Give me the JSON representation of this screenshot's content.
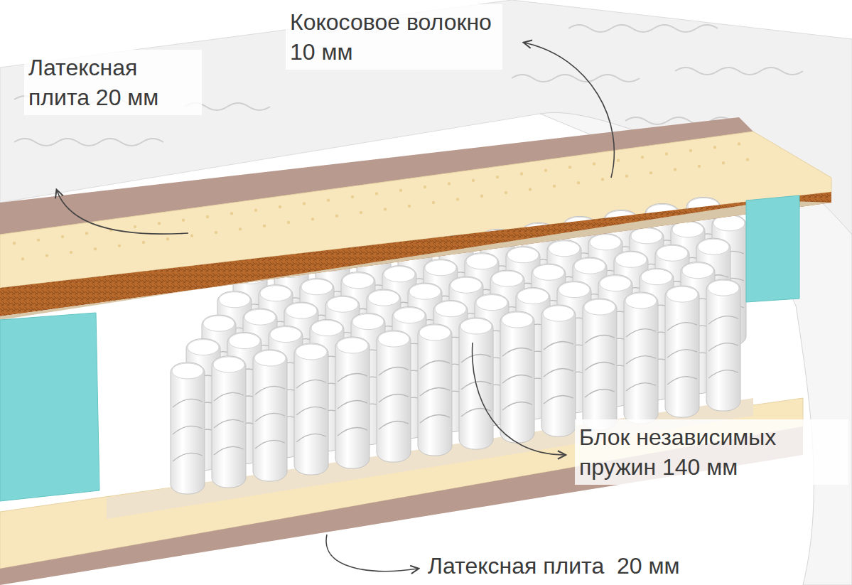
{
  "diagram": {
    "labels": [
      "Латексная плита 20 мм",
      "Кокосовое волокно 10 мм",
      "Блок независимых пружин 140 мм",
      "Латексная плита  20 мм"
    ]
  }
}
